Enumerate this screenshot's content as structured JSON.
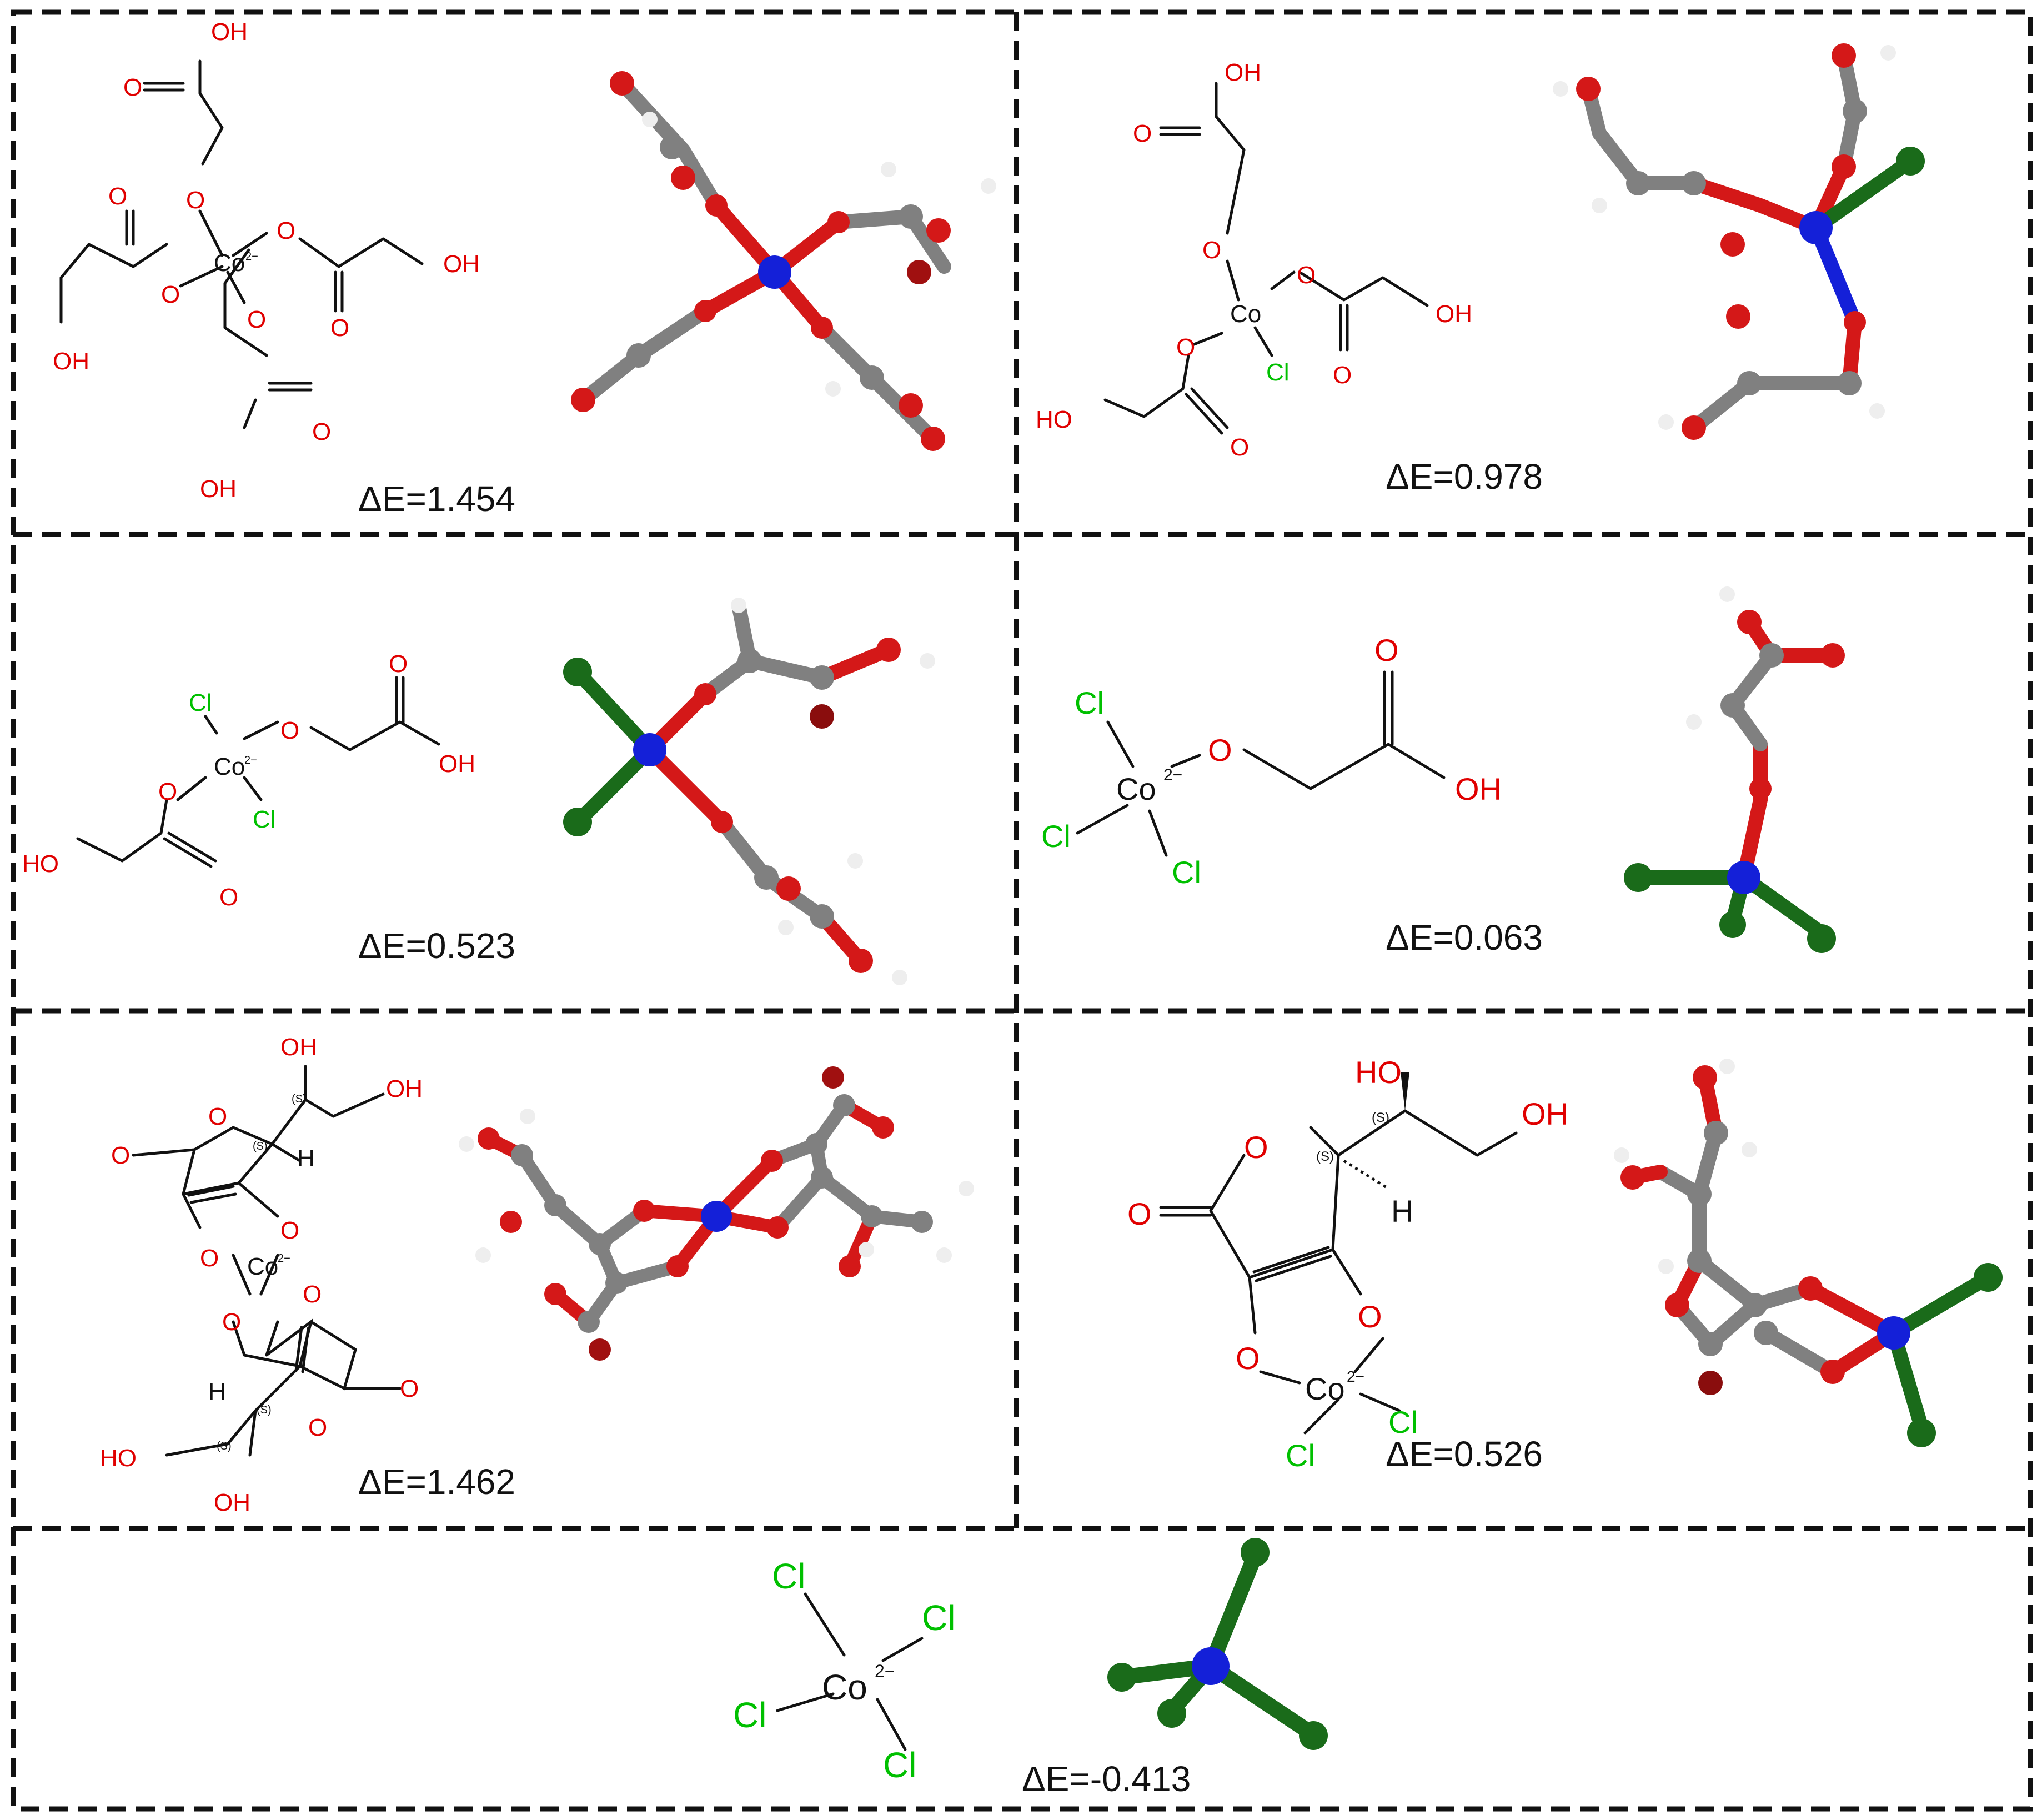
{
  "panels": {
    "p1": {
      "energy": "ΔE=1.454",
      "atoms": {
        "oh": "OH",
        "o": "O",
        "co": "Co",
        "charge": "2−"
      }
    },
    "p2": {
      "energy": "ΔE=0.978",
      "atoms": {
        "oh": "OH",
        "o": "O",
        "ho": "HO",
        "co": "Co",
        "cl": "Cl"
      }
    },
    "p3": {
      "energy": "ΔE=0.523",
      "atoms": {
        "oh": "OH",
        "o": "O",
        "ho": "HO",
        "co": "Co",
        "cl": "Cl",
        "charge": "2−"
      }
    },
    "p4": {
      "energy": "ΔE=0.063",
      "atoms": {
        "oh": "OH",
        "o": "O",
        "co": "Co",
        "cl": "Cl",
        "charge": "2−"
      }
    },
    "p5": {
      "energy": "ΔE=1.462",
      "atoms": {
        "oh": "OH",
        "ho": "HO",
        "o": "O",
        "h": "H",
        "co": "Co",
        "charge": "2−",
        "stereo": "(S)"
      }
    },
    "p6": {
      "energy": "ΔE=0.526",
      "atoms": {
        "ho": "HO",
        "oh": "OH",
        "o": "O",
        "h": "H",
        "co": "Co",
        "cl": "Cl",
        "charge": "2−",
        "stereo": "(S)"
      }
    },
    "p7": {
      "energy": "ΔE=-0.413",
      "atoms": {
        "cl": "Cl",
        "co": "Co",
        "charge": "2−"
      }
    }
  },
  "colors": {
    "oxygen": "#e00000",
    "chlorine": "#00c000",
    "cobalt_ball": "#1420d8",
    "carbon_ball": "#808080",
    "oxygen_ball": "#d41818",
    "chlorine_ball": "#1a6b1a",
    "hydrogen_ball": "#eeeeee",
    "border": "#111111"
  }
}
